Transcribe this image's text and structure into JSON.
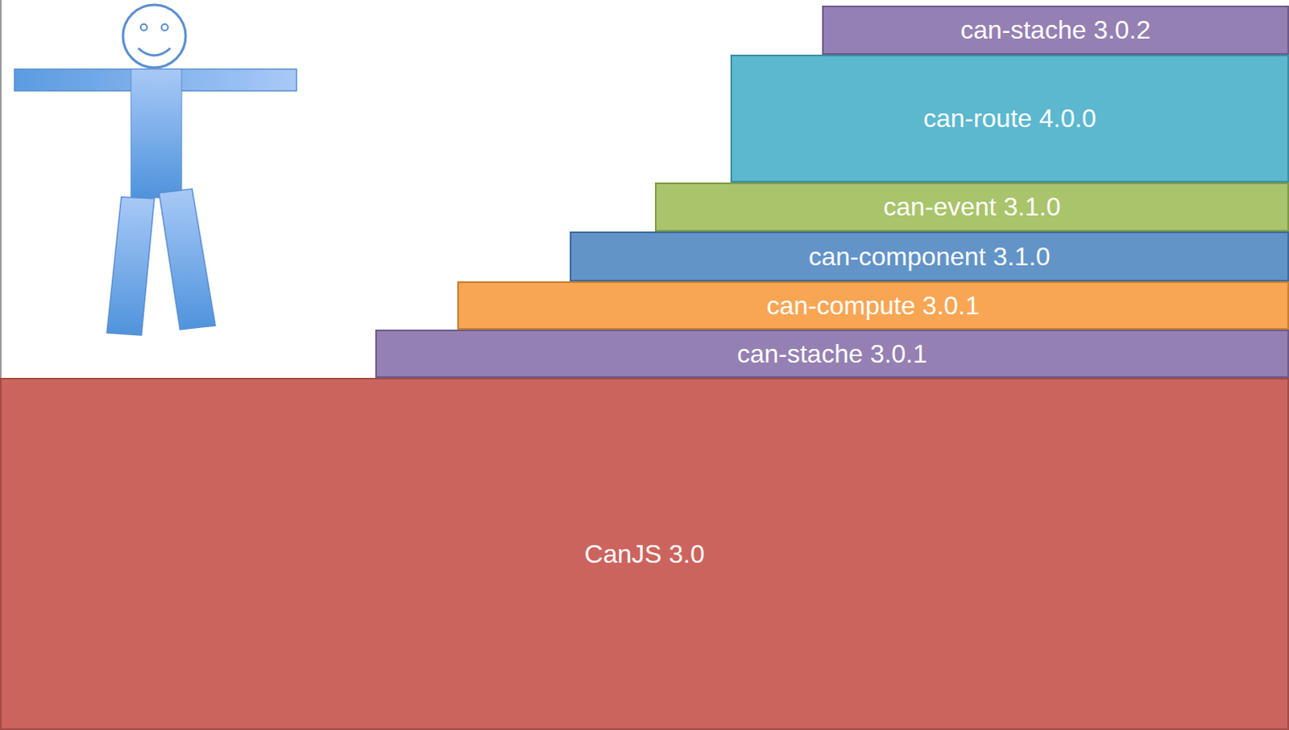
{
  "diagram": {
    "nodes": [
      {
        "text": [
          "can-stache 3.0.2"
        ]
      },
      {
        "text": [
          "can-route 4.0.0"
        ]
      },
      {
        "text": [
          "can-event 3.1.0"
        ]
      },
      {
        "text": [
          "can-component 3.1.0"
        ]
      },
      {
        "text": [
          "can-compute 3.0.1"
        ]
      },
      {
        "text": [
          "can-stache 3.0.1"
        ]
      },
      {
        "text": [
          "CanJS 3.0"
        ]
      }
    ]
  }
}
